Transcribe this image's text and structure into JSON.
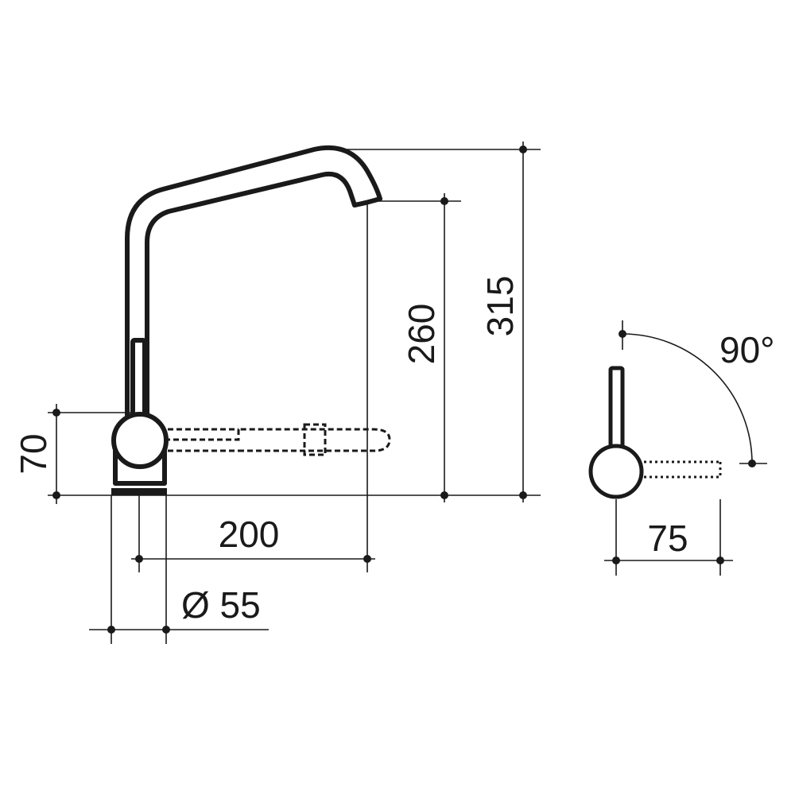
{
  "dimensions": {
    "total_height": "315",
    "spout_height": "260",
    "body_height": "70",
    "spout_reach": "200",
    "base_diameter": "Ø 55",
    "lever_swing_width": "75",
    "lever_rotation": "90°"
  }
}
